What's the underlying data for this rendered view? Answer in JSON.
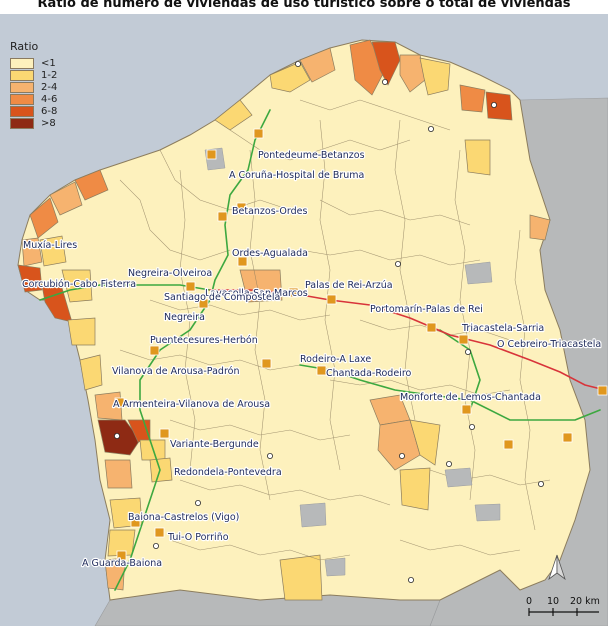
{
  "title": "Ratio de número de viviendas de uso turístico sobre o total de viviendas",
  "legend": {
    "title": "Ratio",
    "items": [
      {
        "label": "<1",
        "color": "#fdf1bd"
      },
      {
        "label": "1-2",
        "color": "#fbd873"
      },
      {
        "label": "2-4",
        "color": "#f6b36f"
      },
      {
        "label": "4-6",
        "color": "#ef8b45"
      },
      {
        "label": "6-8",
        "color": "#d8541c"
      },
      {
        "label": ">8",
        "color": "#8e2a14"
      }
    ]
  },
  "colors": {
    "sea": "#c2cbd6",
    "outside_land": "#b7b9ba",
    "municipality_border": "#7a7a6e",
    "camino_route": "#3da840",
    "camino_frances": "#d8343a",
    "stage_marker": "#e0971e",
    "village_dot": "#ffffff"
  },
  "place_labels": [
    "Pontedeume-Betanzos",
    "A Coruña-Hospital de Bruma",
    "Betanzos-Ordes",
    "Muxía-Lires",
    "Ordes-Agualada",
    "Corcubión-Cabo Fisterra",
    "Negreira-Olveiroa",
    "Lavacolla-San Marcos",
    "Palas de Rei-Arzúa",
    "Santiago de Compostela",
    "Negreira",
    "Portomarín-Palas de Rei",
    "Triacastela-Sarria",
    "O Cebreiro-Triacastela",
    "Puentecesures-Herbón",
    "Rodeiro-A Laxe",
    "Chantada-Rodeiro",
    "Vilanova de Arousa-Padrón",
    "Monforte de Lemos-Chantada",
    "A Armenteira-Vilanova de Arousa",
    "Variante-Bergunde",
    "Redondela-Pontevedra",
    "Baiona-Castrelos (Vigo)",
    "Tui-O Porriño",
    "A Guarda-Baiona"
  ],
  "north_label": "N",
  "scale": {
    "ticks": [
      "0",
      "10",
      "20 km"
    ]
  }
}
